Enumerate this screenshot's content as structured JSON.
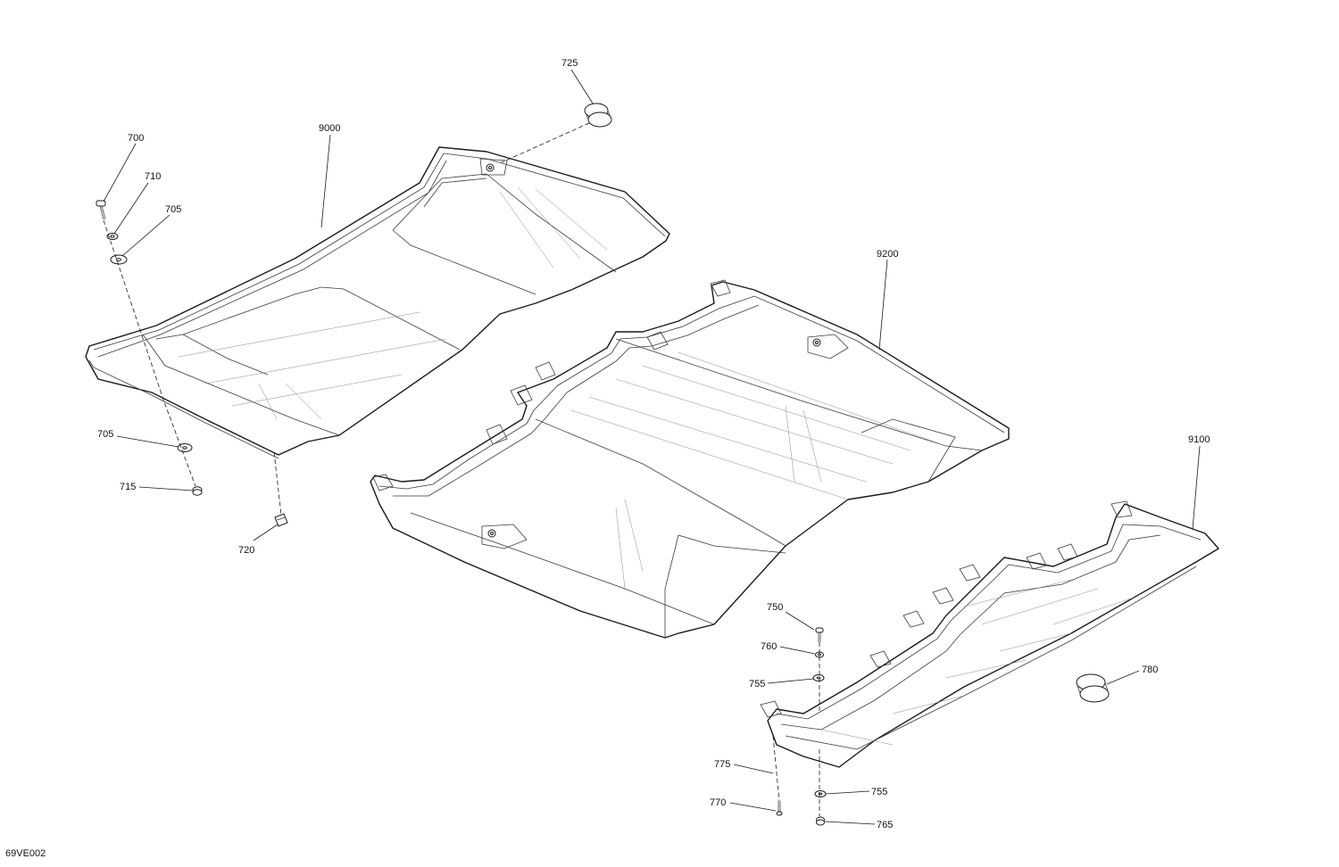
{
  "drawing_code": "69VE002",
  "callouts": {
    "c725": "725",
    "c9000": "9000",
    "c700": "700",
    "c710": "710",
    "c705a": "705",
    "c9200": "9200",
    "c705b": "705",
    "c715": "715",
    "c720": "720",
    "c9100": "9100",
    "c750": "750",
    "c760": "760",
    "c755a": "755",
    "c780": "780",
    "c775": "775",
    "c755b": "755",
    "c770": "770",
    "c765": "765"
  }
}
